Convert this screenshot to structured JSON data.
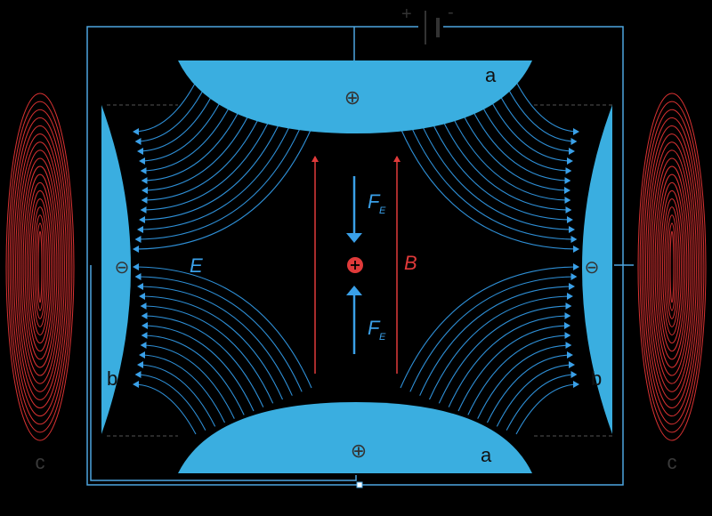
{
  "battery": {
    "plus_label": "+",
    "minus_label": "-"
  },
  "electrodes": {
    "a_label": "a",
    "b_label": "b",
    "a_sign": "⊕",
    "b_sign": "⊖",
    "coil_label": "c"
  },
  "field": {
    "e_label": "E",
    "b_label": "B",
    "force_label": "F",
    "force_subscript": "E"
  },
  "colors": {
    "background": "#000000",
    "electrode": "#3aaee0",
    "field_line": "#2e8fd6",
    "wire": "#4da6e0",
    "magnetic": "#e03a3a",
    "coil": "#d93232",
    "label_gray": "#333333",
    "charge": "#e03a3a"
  }
}
